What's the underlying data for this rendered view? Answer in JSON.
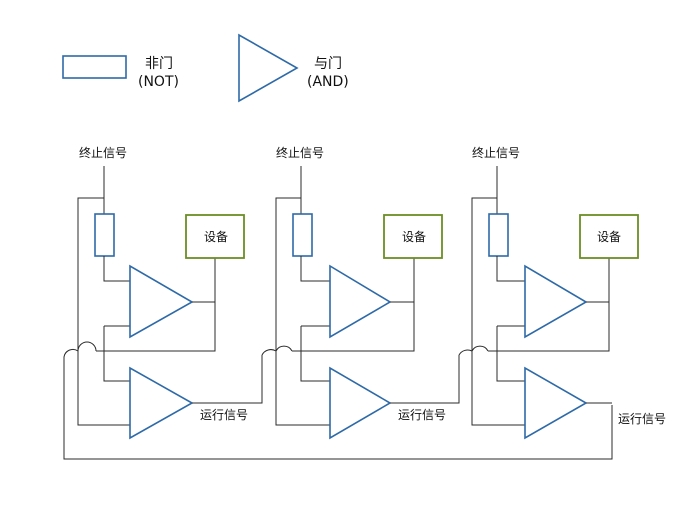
{
  "legend": {
    "not_name": "非门",
    "not_en": "(NOT)",
    "and_name": "与门",
    "and_en": "(AND)"
  },
  "labels": {
    "stop_signal": "终止信号",
    "device": "设备",
    "run_signal": "运行信号"
  },
  "colors": {
    "gate_stroke": "#2e6aa8",
    "device_stroke": "#6b8e23",
    "wire": "#2b2b2b"
  }
}
